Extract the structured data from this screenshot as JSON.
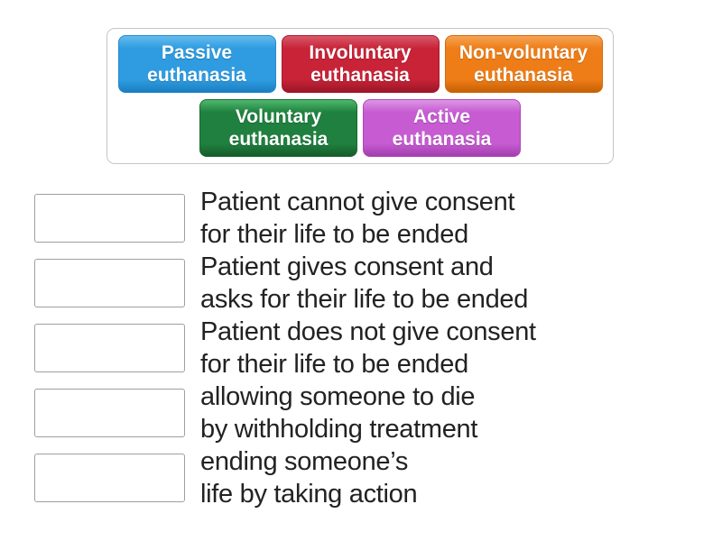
{
  "tray": {
    "tiles": [
      {
        "label": "Passive euthanasia",
        "line1": "Passive",
        "line2": "euthanasia",
        "colors": {
          "face": "#2f9ce1",
          "highlight": "#64bcee",
          "shadow": "#1a7ec0",
          "border": "#2489cb"
        }
      },
      {
        "label": "Involuntary euthanasia",
        "line1": "Involuntary",
        "line2": "euthanasia",
        "colors": {
          "face": "#c82337",
          "highlight": "#d9596a",
          "shadow": "#9a1628",
          "border": "#a81b2c"
        }
      },
      {
        "label": "Non-voluntary euthanasia",
        "line1": "Non-voluntary",
        "line2": "euthanasia",
        "colors": {
          "face": "#ee7d17",
          "highlight": "#f5a455",
          "shadow": "#c55f05",
          "border": "#d4690b"
        }
      },
      {
        "label": "Voluntary euthanasia",
        "line1": "Voluntary",
        "line2": "euthanasia",
        "colors": {
          "face": "#20803f",
          "highlight": "#4db96d",
          "shadow": "#155c2a",
          "border": "#1b6a33"
        }
      },
      {
        "label": "Active euthanasia",
        "line1": "Active",
        "line2": "euthanasia",
        "colors": {
          "face": "#c65bd2",
          "highlight": "#dd97e4",
          "shadow": "#a23fae",
          "border": "#ae47ba"
        }
      }
    ]
  },
  "pairs": [
    {
      "line1": "Patient cannot give consent",
      "line2": "for their life to be ended"
    },
    {
      "line1": "Patient gives consent and",
      "line2": "asks for their life to be ended"
    },
    {
      "line1": "Patient does not give consent",
      "line2": "for their life to be ended"
    },
    {
      "line1": "allowing someone to die",
      "line2": "by withholding treatment"
    },
    {
      "line1": "ending someone’s",
      "line2": "life by taking action"
    }
  ]
}
